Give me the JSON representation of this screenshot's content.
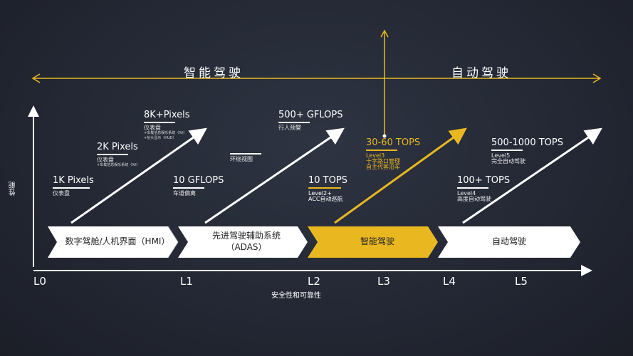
{
  "header": {
    "left": "智能驾驶",
    "right": "自动驾驶"
  },
  "axes": {
    "y_label": "性能",
    "x_label": "安全性和可靠性"
  },
  "levels": [
    "L0",
    "L1",
    "L2",
    "L3",
    "L4",
    "L5"
  ],
  "stages": [
    {
      "label": "数字驾舱/人机界面（HMI）"
    },
    {
      "label": "先进驾驶辅助系统",
      "sub": "（ADAS）"
    },
    {
      "label": "智能驾驶"
    },
    {
      "label": "自动驾驶"
    }
  ],
  "milestones": [
    {
      "title": "1K Pixels",
      "desc": "仪表盘"
    },
    {
      "title": "2K Pixels",
      "desc": "仪表盘",
      "notes": [
        "+车载信息娱乐系统（IVI）"
      ]
    },
    {
      "title": "8K+Pixels",
      "desc": "仪表盘",
      "notes": [
        "+车载信息娱乐系统（IVI）",
        "+抬头显示（HUD）"
      ]
    },
    {
      "title": "10 GFLOPS",
      "desc": "车道偏离"
    },
    {
      "title": "",
      "desc": "环绕视图"
    },
    {
      "title": "500+ GFLOPS",
      "desc": "行人预警"
    },
    {
      "title": "10 TOPS",
      "desc": "Level2+",
      "desc2": "ACC自动巡航"
    },
    {
      "title": "30-60 TOPS",
      "desc": "Level3",
      "desc2": "十字路口管理",
      "desc3": "自主代客泊车"
    },
    {
      "title": "100+ TOPS",
      "desc": "Level4",
      "desc2": "高度自动驾驶"
    },
    {
      "title": "500-1000 TOPS",
      "desc": "Level5",
      "desc2": "完全自动驾驶"
    }
  ],
  "colors": {
    "accent": "#e9b820",
    "background": "#232733"
  }
}
